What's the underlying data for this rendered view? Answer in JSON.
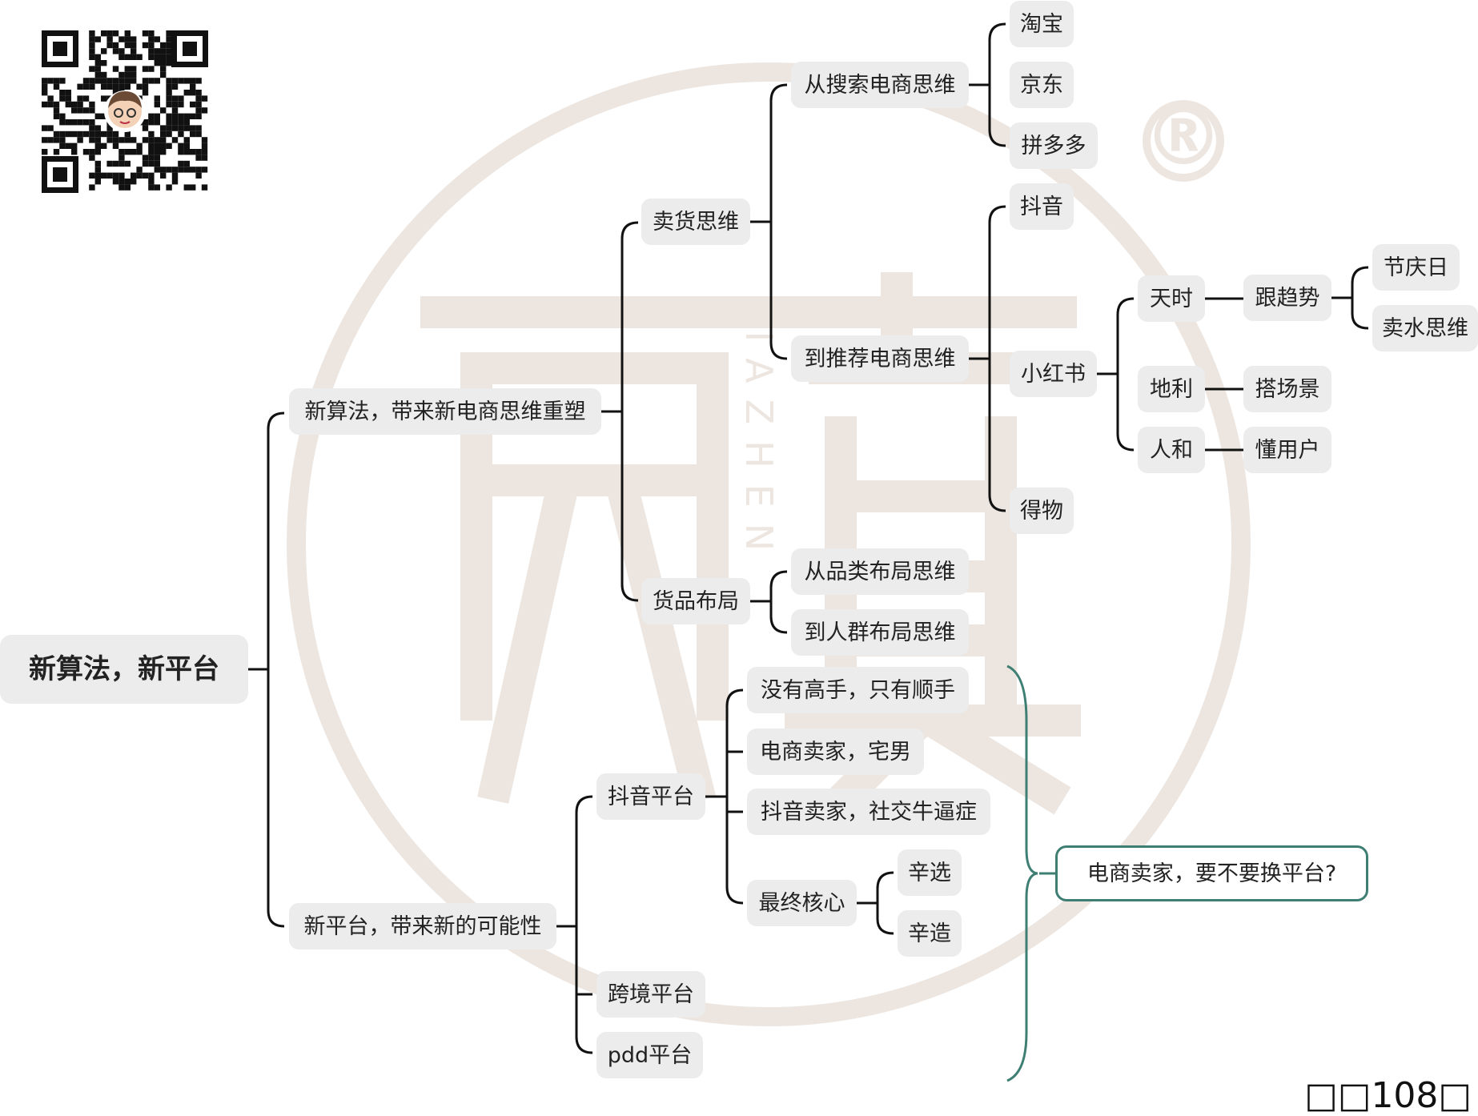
{
  "nodes": {
    "root": "新算法，新平台",
    "algo": "新算法，带来新电商思维重塑",
    "platform": "新平台，带来新的可能性",
    "sell": "卖货思维",
    "goods": "货品布局",
    "search": "从搜索电商思维",
    "recommend": "到推荐电商思维",
    "taobao": "淘宝",
    "jd": "京东",
    "pdd": "拼多多",
    "douyin": "抖音",
    "xhs": "小红书",
    "dewu": "得物",
    "tianshi": "天时",
    "dili": "地利",
    "renhe": "人和",
    "trend": "跟趋势",
    "scene": "搭场景",
    "users": "懂用户",
    "festival": "节庆日",
    "water": "卖水思维",
    "category": "从品类布局思维",
    "crowd": "到人群布局思维",
    "dy_platform": "抖音平台",
    "cross_border": "跨境平台",
    "pdd_platform": "pdd平台",
    "no_master": "没有高手，只有顺手",
    "seller_otaku": "电商卖家，宅男",
    "dy_seller": "抖音卖家，社交牛逼症",
    "core": "最终核心",
    "xinxuan": "辛选",
    "xinzao": "辛造",
    "callout": "电商卖家，要不要换平台?"
  },
  "watermark": {
    "mark": "®",
    "vertical_text": "JIAZHEN"
  },
  "page_number": "□□108□",
  "colors": {
    "node_bg": "#ececec",
    "line": "#111111",
    "watermark": "#ede6e0",
    "callout": "#3f7f73"
  }
}
